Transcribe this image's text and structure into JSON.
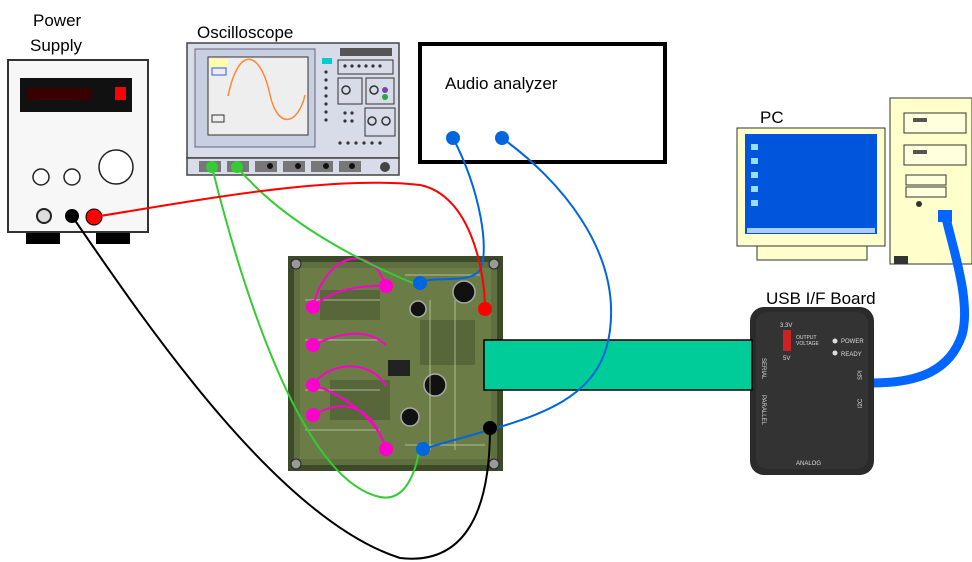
{
  "labels": {
    "power_supply_line1": "Power",
    "power_supply_line2": "Supply",
    "oscilloscope": "Oscilloscope",
    "audio_analyzer": "Audio analyzer",
    "pc": "PC",
    "usb_board": "USB I/F Board"
  },
  "usb_board_text": {
    "output_voltage_line1": "OUTPUT",
    "output_voltage_line2": "VOLTAGE",
    "v33": "3.3V",
    "v5": "5V",
    "power": "POWER",
    "ready": "READY",
    "serial": "SERIAL",
    "parallel": "PARALLEL",
    "analog": "ANALOG",
    "i2c": "I2C",
    "spi": "SPI"
  },
  "wire_colors": {
    "red": "#ff0000",
    "black": "#000000",
    "green": "#33cc33",
    "blue": "#0066dd",
    "magenta": "#ff00cc",
    "usb_cable": "#0066ff",
    "ribbon": "#00cc99"
  }
}
